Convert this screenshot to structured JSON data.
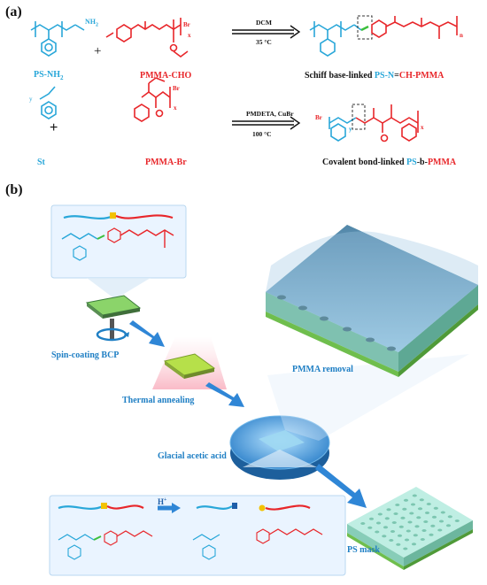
{
  "panel_a": {
    "label": "(a)",
    "row1": {
      "reactant1": "PS-NH",
      "reactant1_sub": "2",
      "reactant2": "PMMA-CHO",
      "cond_top": "DCM",
      "cond_bottom": "35 °C",
      "product_prefix": "Schiff base-linked ",
      "product_mid": "PS-N",
      "product_eq": "=",
      "product_end": "CH-PMMA",
      "nh2": "NH",
      "nh2_sub": "2",
      "br": "Br",
      "n": "n",
      "x": "x"
    },
    "row2": {
      "reactant1": "St",
      "reactant1_y": "y",
      "reactant2": "PMMA-Br",
      "cond_top": "PMDETA, CuBr",
      "cond_bottom": "100 °C",
      "product_prefix": "Covalent bond-linked ",
      "product_ps": "PS",
      "product_b": "-b-",
      "product_pmma": "PMMA",
      "br": "Br",
      "y": "y",
      "x": "x"
    }
  },
  "panel_b": {
    "label": "(b)",
    "step1": "Spin-coating BCP",
    "step2": "Thermal annealing",
    "step3": "Glacial acetic acid",
    "step4": "PMMA removal",
    "step5": "PS mask",
    "hplus": "H",
    "hplus_sup": "+"
  },
  "colors": {
    "ps": "#29a7d9",
    "pmma": "#e8262a",
    "linker": "#f2c200",
    "arrow": "#2f86d6",
    "label_blue": "#1f7fc4"
  }
}
